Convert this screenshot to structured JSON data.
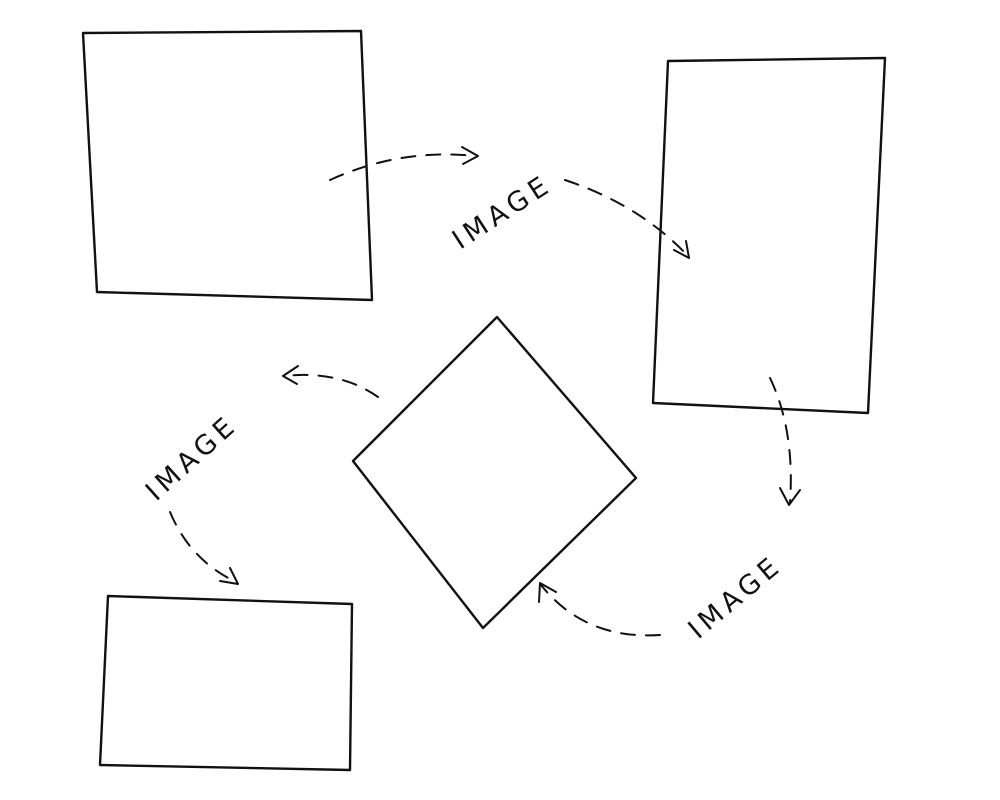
{
  "labels": [
    "IMAGE",
    "IMAGE",
    "IMAGE"
  ],
  "colors": {
    "ink": "#111111",
    "background": "#ffffff"
  }
}
